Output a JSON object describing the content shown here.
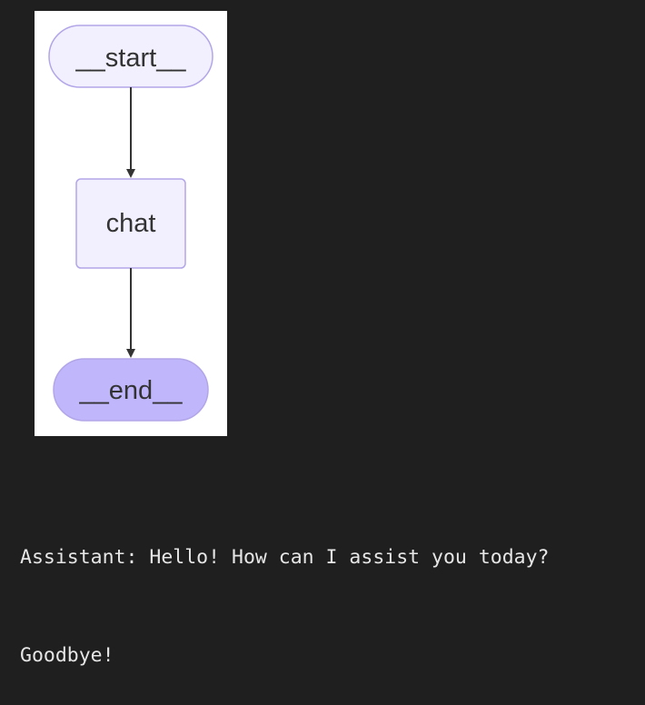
{
  "graph": {
    "nodes": {
      "start": "__start__",
      "chat": "chat",
      "end": "__end__"
    }
  },
  "output": {
    "lines": [
      "Assistant: Hello! How can I assist you today?",
      "Goodbye!"
    ]
  },
  "colors": {
    "background": "#1f1f1f",
    "panel": "#ffffff",
    "node_fill": "#f2f0ff",
    "node_stroke": "#b3a6e8",
    "end_node_fill": "#bfb6fc",
    "edge": "#333333",
    "output_text": "#e6e6e6"
  }
}
